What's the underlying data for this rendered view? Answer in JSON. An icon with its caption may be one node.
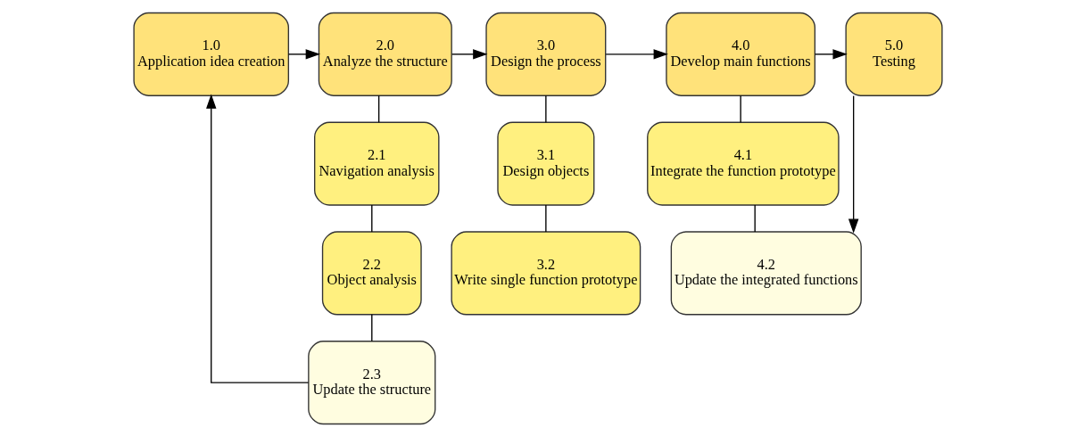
{
  "diagram": {
    "nodes": [
      {
        "text": [
          "1.0",
          "Application idea creation"
        ]
      },
      {
        "text": [
          "2.0",
          "Analyze the structure"
        ]
      },
      {
        "text": [
          "3.0",
          "Design the process"
        ]
      },
      {
        "text": [
          "4.0",
          "Develop main functions"
        ]
      },
      {
        "text": [
          "5.0",
          "Testing"
        ]
      },
      {
        "text": [
          "2.1",
          "Navigation analysis"
        ]
      },
      {
        "text": [
          "2.2",
          "Object analysis"
        ]
      },
      {
        "text": [
          "2.3",
          "Update the structure"
        ]
      },
      {
        "text": [
          "3.1",
          "Design objects"
        ]
      },
      {
        "text": [
          "3.2",
          "Write single function prototype"
        ]
      },
      {
        "text": [
          "4.1",
          "Integrate the function prototype"
        ]
      },
      {
        "text": [
          "4.2",
          "Update the integrated functions"
        ]
      }
    ],
    "edges": [
      {
        "from": 0,
        "to": 1,
        "arrow": "to"
      },
      {
        "from": 1,
        "to": 2,
        "arrow": "to"
      },
      {
        "from": 2,
        "to": 3,
        "arrow": "to"
      },
      {
        "from": 3,
        "to": 4,
        "arrow": "to"
      },
      {
        "from": 1,
        "to": 5,
        "arrow": "none"
      },
      {
        "from": 5,
        "to": 6,
        "arrow": "none"
      },
      {
        "from": 6,
        "to": 7,
        "arrow": "none"
      },
      {
        "from": 2,
        "to": 8,
        "arrow": "none"
      },
      {
        "from": 8,
        "to": 9,
        "arrow": "none"
      },
      {
        "from": 3,
        "to": 10,
        "arrow": "none"
      },
      {
        "from": 10,
        "to": 11,
        "arrow": "none"
      },
      {
        "from": 4,
        "to": 11,
        "arrow": "to"
      },
      {
        "from": 7,
        "to": 0,
        "arrow": "to"
      }
    ]
  }
}
